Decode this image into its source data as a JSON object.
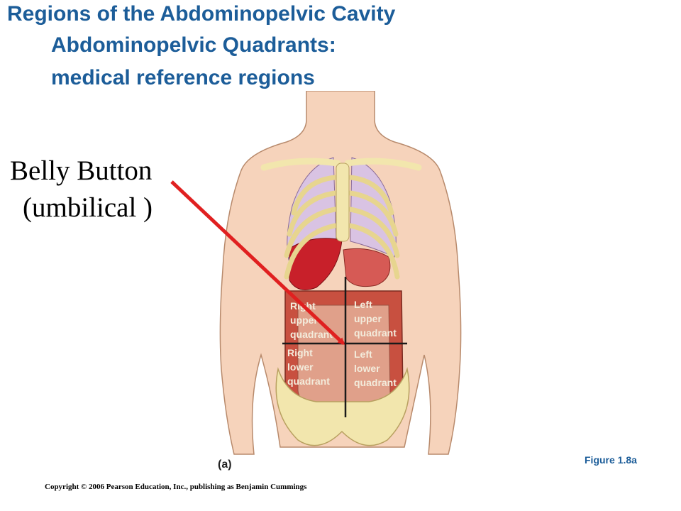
{
  "slide": {
    "title_line1": "Regions of the Abdominopelvic Cavity",
    "title_line2": "Abdominopelvic Quadrants:",
    "title_line3": "medical reference regions"
  },
  "callout": {
    "line1": "Belly Button",
    "line2": "(umbilical )",
    "arrow_color": "#e02020"
  },
  "quadrants": {
    "right_upper": [
      "Right",
      "upper",
      "quadrant"
    ],
    "left_upper": [
      "Left",
      "upper",
      "quadrant"
    ],
    "right_lower": [
      "Right",
      "lower",
      "quadrant"
    ],
    "left_lower": [
      "Left",
      "lower",
      "quadrant"
    ]
  },
  "figure": {
    "panel_label": "(a)",
    "figure_label": "Figure 1.8a"
  },
  "footer": {
    "copyright": "Copyright © 2006 Pearson Education, Inc., publishing as Benjamin Cummings"
  },
  "colors": {
    "title": "#1c5d99",
    "skin": "#f6d3bb",
    "bone": "#f2e6ad",
    "lung": "#d9c3e3",
    "liver": "#c8202a",
    "intestine": "#c85040"
  }
}
